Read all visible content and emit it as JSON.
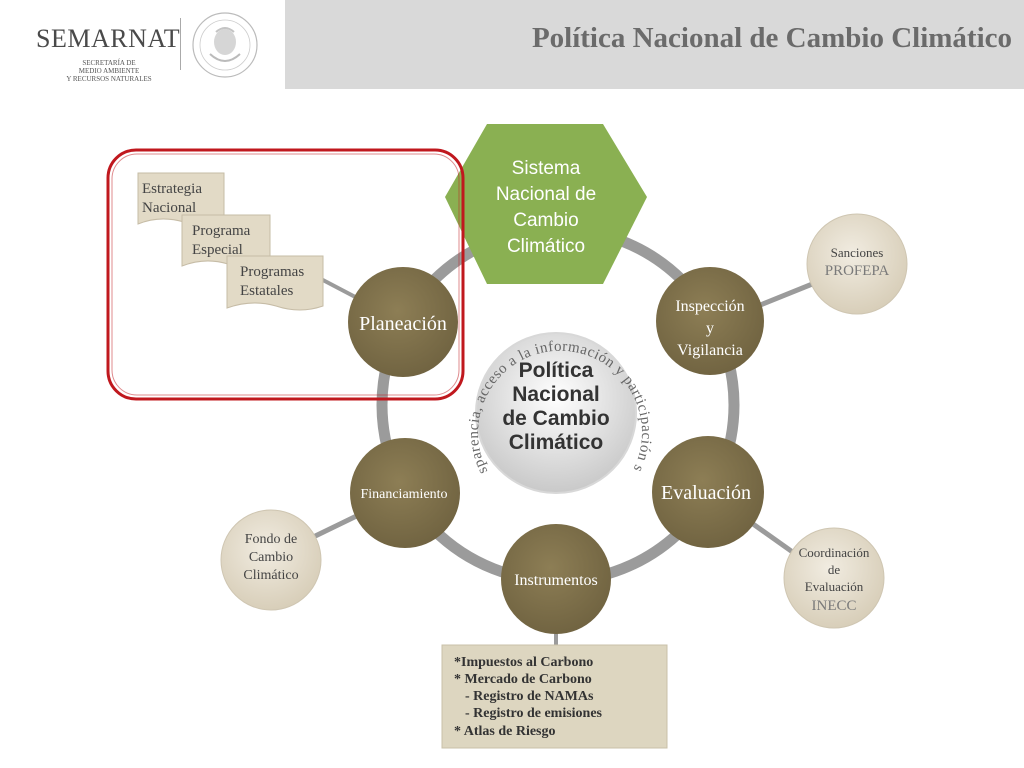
{
  "header": {
    "title": "Política Nacional de Cambio Climático",
    "logo_word": "SEMARNAT",
    "logo_sub": [
      "SECRETARÍA DE",
      "MEDIO AMBIENTE",
      "Y RECURSOS NATURALES"
    ],
    "seal_icon": "mexican-coat-of-arms-seal"
  },
  "diagram": {
    "center": [
      "Política",
      "Nacional",
      "de Cambio",
      "Climático"
    ],
    "ring_text": "Transparencia, acceso a la información y participación social",
    "hexagon": [
      "Sistema",
      "Nacional de",
      "Cambio",
      "Climático"
    ],
    "nodes": {
      "planeacion": "Planeación",
      "inspeccion": [
        "Inspección",
        "y",
        "Vigilancia"
      ],
      "evaluacion": "Evaluación",
      "instrumentos": "Instrumentos",
      "financiamiento": "Financiamiento"
    },
    "satellites": {
      "profepa": [
        "Sanciones",
        "PROFEPA"
      ],
      "inecc": [
        "Coordinación",
        "de",
        "Evaluación",
        "INECC"
      ],
      "fondo": [
        "Fondo de",
        "Cambio",
        "Climático"
      ]
    },
    "documents": {
      "estrategia": [
        "Estrategia",
        "Nacional"
      ],
      "programa": [
        "Programa",
        "Especial"
      ],
      "estatales": [
        "Programas",
        "Estatales"
      ]
    },
    "instruments_box": [
      "*Impuestos al Carbono",
      "* Mercado de Carbono",
      "- Registro de NAMAs",
      "- Registro de emisiones",
      "* Atlas de Riesgo"
    ],
    "colors": {
      "node": "#82734b",
      "hexagon": "#8ab052",
      "satellite": "#e4dccb",
      "document": "#e2dac6",
      "box": "#ddd6c0",
      "ring": "#9b9b9b",
      "highlight": "#c0181e",
      "title": "#6b6b6b"
    }
  }
}
